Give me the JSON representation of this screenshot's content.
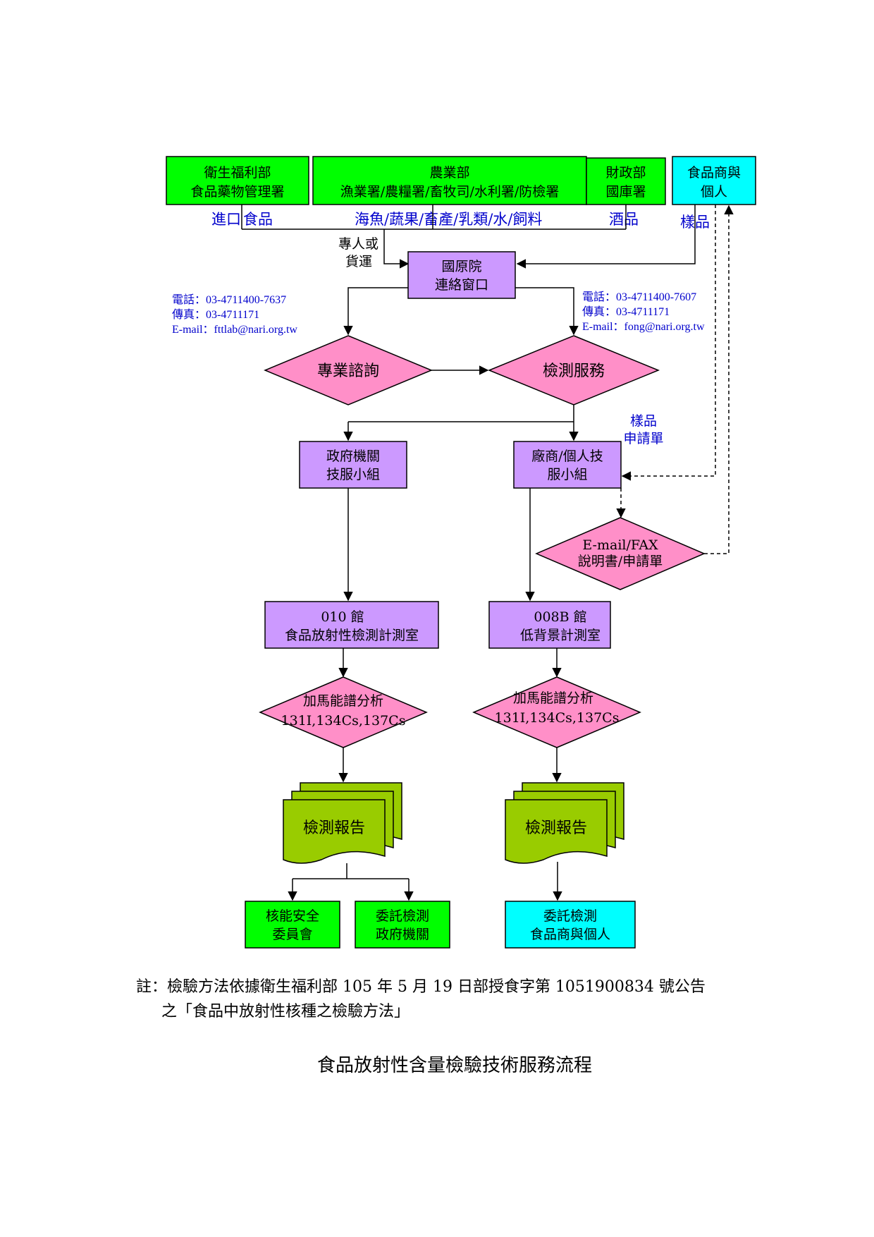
{
  "top_boxes": {
    "mohw": {
      "line1": "衛生福利部",
      "line2": "食品藥物管理署"
    },
    "moa": {
      "line1": "農業部",
      "line2": "漁業署/農糧署/畜牧司/水利署/防檢署"
    },
    "mof": {
      "line1": "財政部",
      "line2": "國庫署"
    },
    "vendor": {
      "line1": "食品商與",
      "line2": "個人"
    }
  },
  "sample_labels": {
    "import": "進口",
    "food": "食品",
    "moa_items": "海魚/蔬果/畜產/乳類/水/飼料",
    "alcohol": "酒品",
    "sample": "樣品"
  },
  "courier": {
    "line1": "專人或",
    "line2": "貨運"
  },
  "contact_window": {
    "line1": "國原院",
    "line2": "連絡窗口"
  },
  "contacts_left": {
    "phone": "電話：03-4711400-7637",
    "fax": "傳真：03-4711171",
    "email": "E-mail：fttlab@nari.org.tw"
  },
  "contacts_right": {
    "phone": "電話：03-4711400-7607",
    "fax": "傳真：03-4711171",
    "email": "E-mail：fong@nari.org.tw"
  },
  "diamonds": {
    "consult": "專業諮詢",
    "testing": "檢測服務",
    "emailfax": {
      "line1": "E-mail/FAX",
      "line2": "說明書/申請單"
    },
    "gamma": {
      "line1": "加馬能譜分析",
      "isotopes": "131I,134Cs,137Cs"
    }
  },
  "sample_form": {
    "line1": "樣品",
    "line2": "申請單"
  },
  "groups": {
    "gov": {
      "line1": "政府機關",
      "line2": "技服小組"
    },
    "vendor": {
      "line1": "廠商/個人技",
      "line2": "服小組"
    }
  },
  "labs": {
    "lab010": {
      "line1": "010 館",
      "line2": "食品放射性檢測計測室"
    },
    "lab008b": {
      "line1": "008B 館",
      "line2": "低背景計測室"
    }
  },
  "report": "檢測報告",
  "outputs": {
    "nsc": {
      "line1": "核能安全",
      "line2": "委員會"
    },
    "gov_client": {
      "line1": "委託檢測",
      "line2": "政府機關"
    },
    "vendor_client": {
      "line1": "委託檢測",
      "line2": "食品商與個人"
    }
  },
  "note": {
    "line1": "註：檢驗方法依據衛生福利部 105 年 5 月 19 日部授食字第 1051900834 號公告",
    "line2": "之「食品中放射性核種之檢驗方法」"
  },
  "title": "食品放射性含量檢驗技術服務流程",
  "colors": {
    "green": "#00ff00",
    "cyan": "#00ffff",
    "lavender": "#cc99ff",
    "pink": "#ff8fc8",
    "olive": "#99cc00",
    "blue_text": "#0000cc"
  }
}
